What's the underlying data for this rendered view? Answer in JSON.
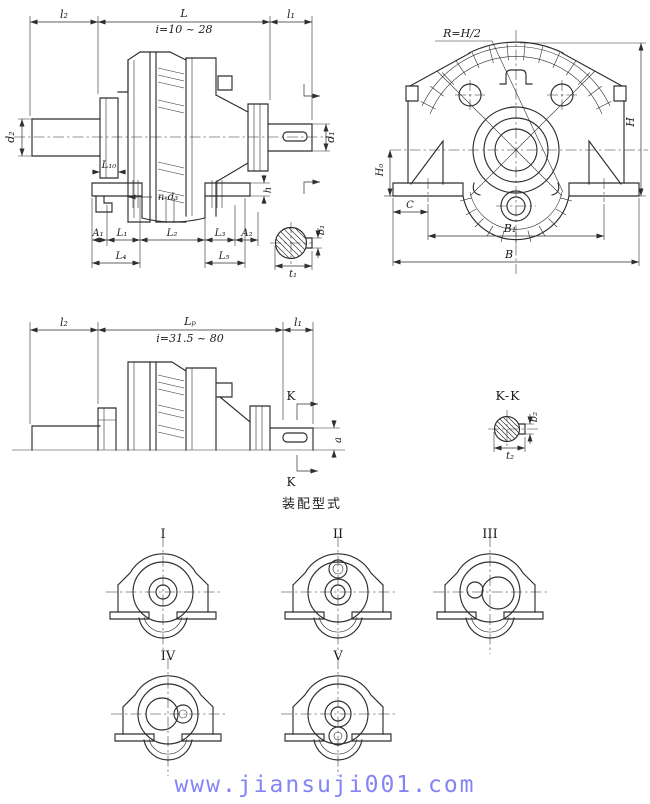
{
  "page": {
    "background": "#ffffff",
    "ink_color": "#2e2e2e",
    "url_color": "#8484f4"
  },
  "single_stage_view": {
    "top_dims": {
      "l2": "l₂",
      "L": "L",
      "ratio": "i=10 ~ 28",
      "l1": "l₁"
    },
    "shaft_labels": {
      "d2": "d₂",
      "d1": "d₁"
    },
    "detail_labels": {
      "L10": "L₁₀",
      "n_d3": "n-d₃",
      "h": "h"
    },
    "bottom_dims": {
      "A1": "A₁",
      "L1": "L₁",
      "L2": "L₂",
      "L3": "L₃",
      "A2": "A₂",
      "L4": "L₄",
      "L5": "L₅"
    },
    "key_section": {
      "b1": "b₁",
      "t1": "t₁"
    }
  },
  "front_view": {
    "R": "R=H/2",
    "H": "H",
    "H0": "H₀",
    "C": "C",
    "B1": "B₁",
    "B": "B"
  },
  "two_stage_view": {
    "top_dims": {
      "l2": "l₂",
      "Lp": "Lₚ",
      "ratio": "i=31.5 ~ 80",
      "l1": "l₁"
    },
    "section_marks": {
      "K_top": "K",
      "K_bottom": "K"
    },
    "a": "a"
  },
  "kk_section": {
    "title": "K-K",
    "b2": "b₂",
    "t2": "t₂"
  },
  "assembly": {
    "title": "装配型式",
    "types": [
      "I",
      "II",
      "III",
      "IV",
      "V"
    ]
  },
  "footer": {
    "url": "www.jiansuji001.com"
  }
}
